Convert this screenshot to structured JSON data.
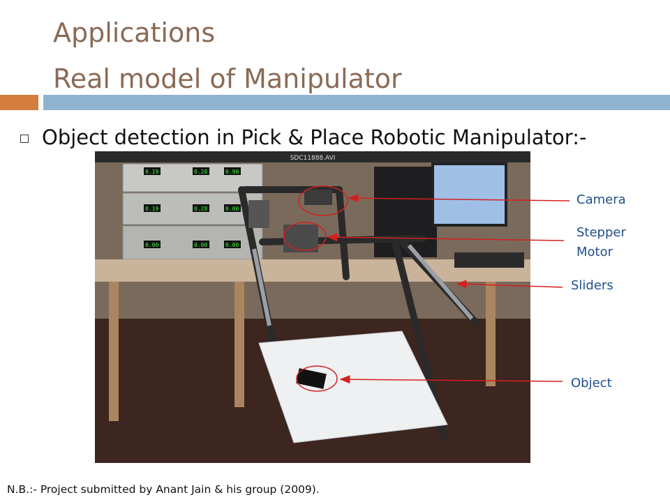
{
  "slide": {
    "title_line1": "Applications",
    "title_line2": "Real model of Manipulator",
    "bullet": "Object detection in Pick & Place Robotic Manipulator:-",
    "footnote": "N.B.:-  Project submitted by Anant Jain & his group (2009)."
  },
  "photo": {
    "window_title": "SDC11888.AVI",
    "meters": [
      "0.19",
      "0.28",
      "0.90",
      "0.19",
      "0.28",
      "0.00",
      "0.00",
      "0.00",
      "0.00"
    ]
  },
  "callouts": {
    "camera": "Camera",
    "stepper_motor_line1": "Stepper",
    "stepper_motor_line2": "Motor",
    "sliders": "Sliders",
    "object": "Object"
  },
  "colors": {
    "title": "#8a6a56",
    "accent_orange": "#d37d3e",
    "accent_blue": "#8fb2cf",
    "label": "#1f4f8a",
    "arrow": "#d42020"
  }
}
